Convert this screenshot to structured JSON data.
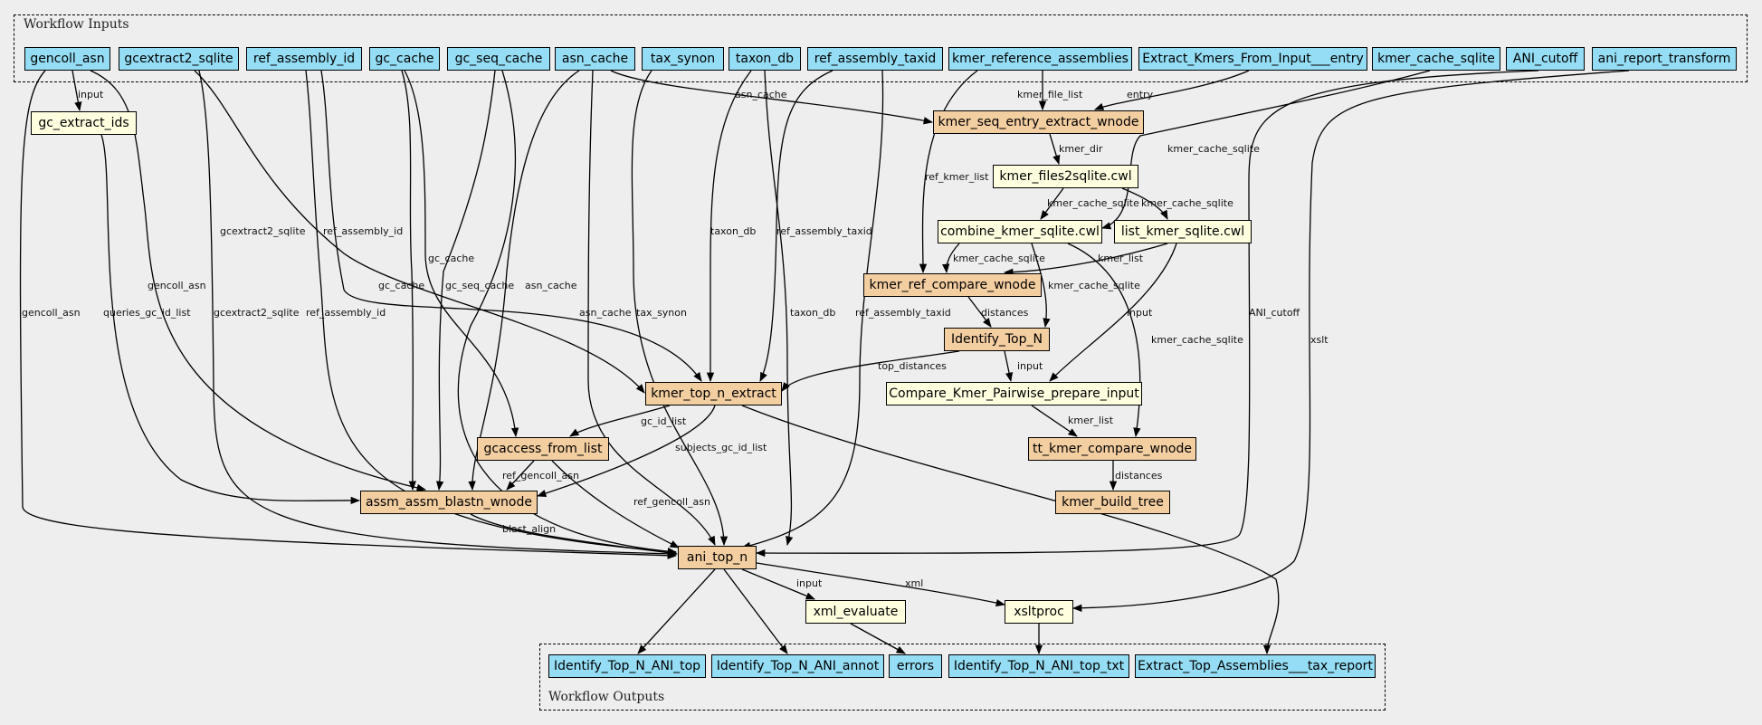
{
  "graph": {
    "colors": {
      "input": "#94ddf4",
      "step": "#f3cea1",
      "tool": "#ffffe0",
      "background": "#eeeeee"
    },
    "clusters": {
      "inputs": "Workflow Inputs",
      "outputs": "Workflow Outputs"
    },
    "inputs": [
      "gencoll_asn",
      "gcextract2_sqlite",
      "ref_assembly_id",
      "gc_cache",
      "gc_seq_cache",
      "asn_cache",
      "tax_synon",
      "taxon_db",
      "ref_assembly_taxid",
      "kmer_reference_assemblies",
      "Extract_Kmers_From_Input___entry",
      "kmer_cache_sqlite",
      "ANI_cutoff",
      "ani_report_transform"
    ],
    "steps": {
      "gc_extract_ids": "gc_extract_ids",
      "kmer_seq_entry_extract_wnode": "kmer_seq_entry_extract_wnode",
      "kmer_files2sqlite": "kmer_files2sqlite.cwl",
      "combine_kmer_sqlite": "combine_kmer_sqlite.cwl",
      "list_kmer_sqlite": "list_kmer_sqlite.cwl",
      "kmer_ref_compare_wnode": "kmer_ref_compare_wnode",
      "Identify_Top_N": "Identify_Top_N",
      "Compare_Kmer_Pairwise_prepare_input": "Compare_Kmer_Pairwise_prepare_input",
      "kmer_top_n_extract": "kmer_top_n_extract",
      "gcaccess_from_list": "gcaccess_from_list",
      "tt_kmer_compare_wnode": "tt_kmer_compare_wnode",
      "assm_assm_blastn_wnode": "assm_assm_blastn_wnode",
      "kmer_build_tree": "kmer_build_tree",
      "ani_top_n": "ani_top_n",
      "xml_evaluate": "xml_evaluate",
      "xsltproc": "xsltproc"
    },
    "outputs": [
      "Identify_Top_N_ANI_top",
      "Identify_Top_N_ANI_annot",
      "errors",
      "Identify_Top_N_ANI_top_txt",
      "Extract_Top_Assemblies___tax_report"
    ],
    "edge_labels": {
      "input": "input",
      "asn_cache": "asn_cache",
      "kmer_file_list": "kmer_file_list",
      "entry": "entry",
      "kmer_dir": "kmer_dir",
      "kmer_cache_sqlite": "kmer_cache_sqlite",
      "ref_kmer_list": "ref_kmer_list",
      "kmer_list": "kmer_list",
      "distances": "distances",
      "top_distances": "top_distances",
      "gcextract2_sqlite": "gcextract2_sqlite",
      "ref_assembly_id": "ref_assembly_id",
      "gc_cache": "gc_cache",
      "gencoll_asn": "gencoll_asn",
      "gc_seq_cache": "gc_seq_cache",
      "taxon_db": "taxon_db",
      "ref_assembly_taxid": "ref_assembly_taxid",
      "tax_synon": "tax_synon",
      "queries_gc_id_list": "queries_gc_id_list",
      "gc_id_list": "gc_id_list",
      "subjects_gc_id_list": "subjects_gc_id_list",
      "ref_gencoll_asn": "ref_gencoll_asn",
      "blast_align": "blast_align",
      "ANI_cutoff": "ANI_cutoff",
      "xslt": "xslt",
      "xml": "xml"
    }
  }
}
